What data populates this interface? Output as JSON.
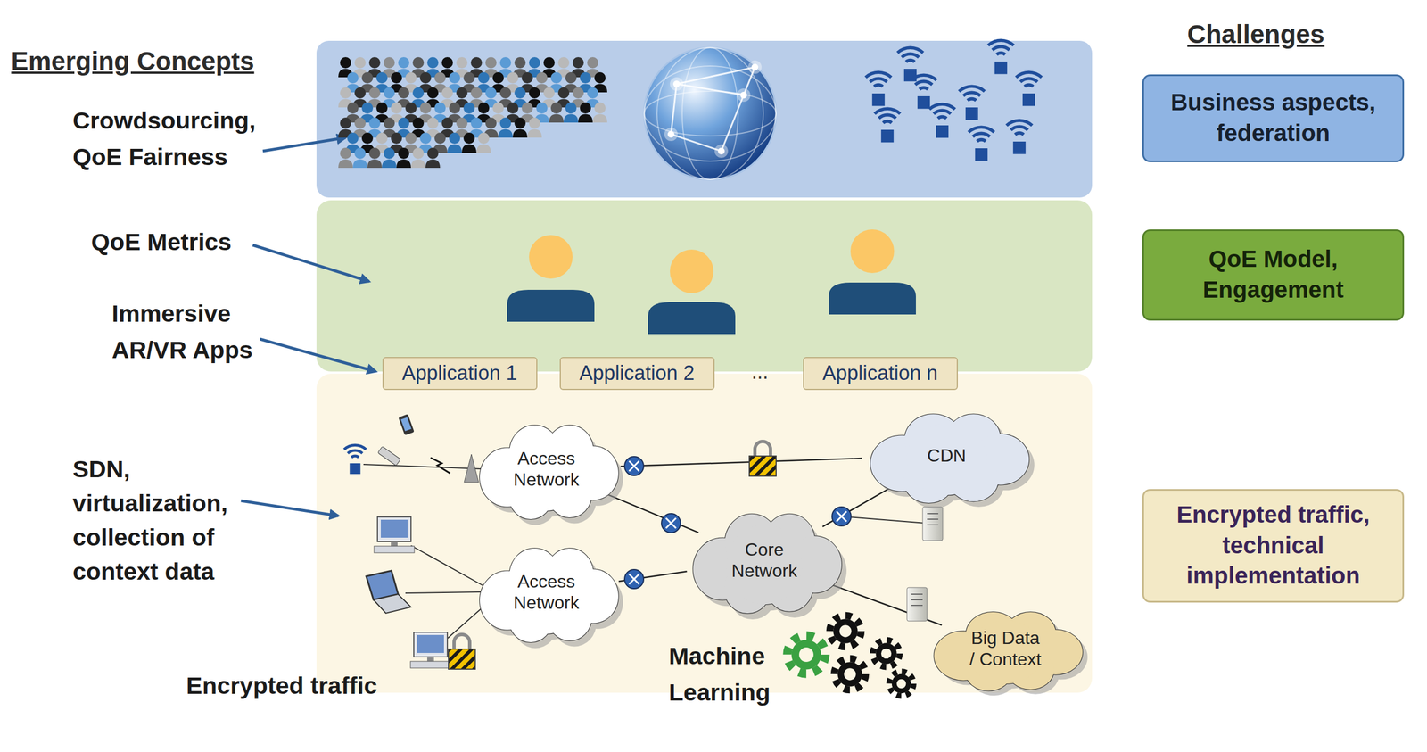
{
  "diagram": {
    "nodes": [
      {
        "text": [
          "Business aspects, federation"
        ]
      },
      {
        "text": [
          "QoE Model, Engagement"
        ]
      },
      {
        "text": [
          "Application 1"
        ]
      },
      {
        "text": [
          "Application 2"
        ]
      },
      {
        "text": [
          "Application n"
        ]
      },
      {
        "text": [
          "Access Network"
        ]
      },
      {
        "text": [
          "CDN"
        ]
      },
      {
        "text": [
          "Core Network"
        ]
      },
      {
        "text": [
          "Access Network"
        ]
      },
      {
        "text": [
          "Encrypted traffic, technical implementation"
        ]
      },
      {
        "text": [
          "Big Data / Context"
        ]
      }
    ],
    "edges": [
      {
        "from": 5,
        "to": 6,
        "arrow": "none"
      },
      {
        "from": 5,
        "to": 7,
        "arrow": "none"
      },
      {
        "from": 8,
        "to": 7,
        "arrow": "none"
      },
      {
        "from": 7,
        "to": 6,
        "arrow": "none"
      },
      {
        "from": 7,
        "to": 10,
        "arrow": "none"
      }
    ],
    "labels": [
      "Emerging Concepts",
      "Challenges",
      "Crowdsourcing, QoE Fairness",
      "QoE Metrics",
      "Immersive AR/VR Apps",
      "...",
      "SDN, virtualization, collection of context data",
      "Machine Learning",
      "Encrypted traffic"
    ]
  }
}
